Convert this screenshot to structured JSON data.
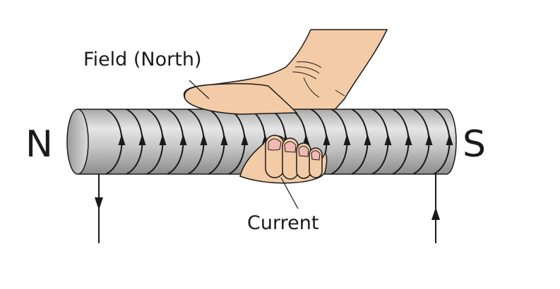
{
  "labels": {
    "field": "Field (North)",
    "current": "Current",
    "north_pole": "N",
    "south_pole": "S"
  },
  "coil": {
    "turns": 17,
    "current_direction": "up"
  },
  "colors": {
    "skin": "#f3cba6",
    "nail": "#f2b8b4",
    "outline": "#1a1a1a"
  }
}
